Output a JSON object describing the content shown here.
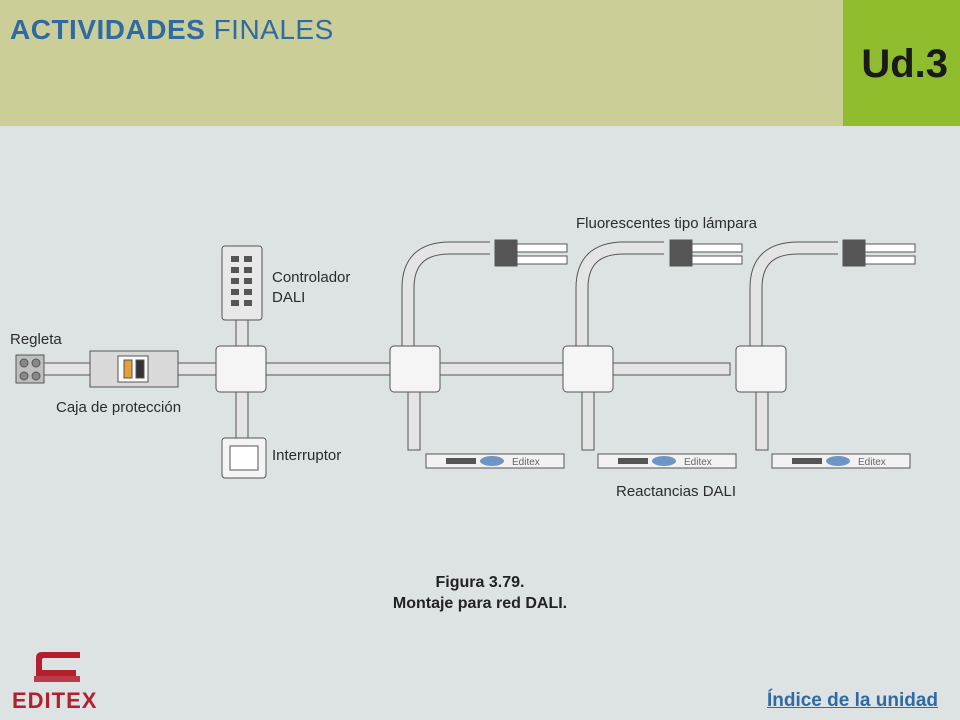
{
  "header": {
    "title_bold": "ACTIVIDADES",
    "title_rest": "FINALES",
    "unit": "Ud.3"
  },
  "diagram": {
    "labels": {
      "regleta": "Regleta",
      "caja": "Caja de protección",
      "controlador_1": "Controlador",
      "controlador_2": "DALI",
      "interruptor": "Interruptor",
      "fluorescentes": "Fluorescentes tipo lámpara",
      "reactancias": "Reactancias DALI",
      "ballast_brand": "Editex"
    }
  },
  "caption": {
    "line1": "Figura 3.79.",
    "line2": "Montaje para red DALI."
  },
  "footer": {
    "logo_text": "EDITEX",
    "index_link": "Índice de la unidad"
  },
  "colors": {
    "header_bg": "#cbcf97",
    "badge_bg": "#8fbd2d",
    "title_blue": "#2f6aa5",
    "logo_red": "#b41f2e",
    "page_bg": "#dde2e3"
  }
}
